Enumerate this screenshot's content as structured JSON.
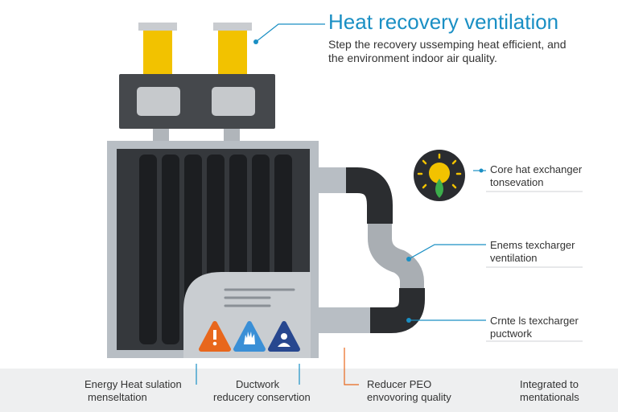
{
  "title": "Heat recovery ventilation",
  "subtitle": {
    "line1": "Step the recovery ussemping heat efficient, and",
    "line2": "the environment indoor air quality."
  },
  "callouts": [
    {
      "line1": "Core hat exchanger",
      "line2": "tonsevation"
    },
    {
      "line1": "Enems texcharger",
      "line2": "ventilation"
    },
    {
      "line1": "Crnte ls texcharger",
      "line2": "puctwork"
    }
  ],
  "bottom_labels": [
    {
      "line1": "Energy Heat sulation",
      "line2": "menseltation"
    },
    {
      "line1": "Ductwork",
      "line2": "reducery conservtion"
    },
    {
      "line1": "Reducer PEO",
      "line2": "envovoring quality"
    },
    {
      "line1": "Integrated to",
      "line2": "mentationals"
    }
  ],
  "icons": [
    "warning-icon",
    "hand-icon",
    "user-icon",
    "sun-leaf-icon"
  ],
  "colors": {
    "accent": "#1a8fc4",
    "pipe_yellow": "#f2c200",
    "unit_gray": "#b8bec4",
    "dark": "#2f3236",
    "icon_orange": "#e8671c",
    "icon_blue": "#3a8fd6",
    "icon_navy": "#27478f"
  }
}
